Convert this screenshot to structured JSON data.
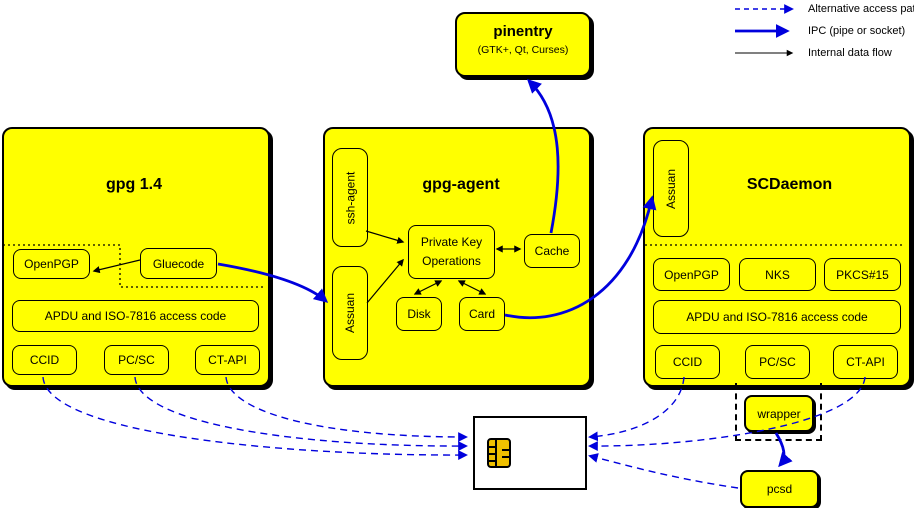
{
  "legend": {
    "items": [
      {
        "label": "Alternative access paths",
        "style": "dashed-blue"
      },
      {
        "label": "IPC (pipe or socket)",
        "style": "solid-blue-thick"
      },
      {
        "label": "Internal data flow",
        "style": "solid-black"
      }
    ]
  },
  "pinentry": {
    "title": "pinentry",
    "subtitle": "(GTK+, Qt, Curses)"
  },
  "gpg14": {
    "title": "gpg 1.4",
    "openpgp": "OpenPGP",
    "gluecode": "Gluecode",
    "apdu": "APDU and ISO-7816 access code",
    "ccid": "CCID",
    "pcsc": "PC/SC",
    "ctapi": "CT-API"
  },
  "gpgagent": {
    "title": "gpg-agent",
    "sshagent": "ssh-agent",
    "assuan": "Assuan",
    "pko_line1": "Private Key",
    "pko_line2": "Operations",
    "cache": "Cache",
    "disk": "Disk",
    "card": "Card"
  },
  "scdaemon": {
    "title": "SCDaemon",
    "assuan": "Assuan",
    "openpgp": "OpenPGP",
    "nks": "NKS",
    "pkcs15": "PKCS#15",
    "apdu": "APDU and ISO-7816 access code",
    "ccid": "CCID",
    "pcsc": "PC/SC",
    "ctapi": "CT-API",
    "wrapper": "wrapper"
  },
  "pcsd": {
    "label": "pcsd"
  },
  "smartcard": {
    "icon": "smartcard-chip-icon"
  },
  "colors": {
    "box_fill": "#ffff00",
    "arrow_blue": "#0000dd",
    "arrow_black": "#000000",
    "chip_gold": "#f0c000"
  }
}
